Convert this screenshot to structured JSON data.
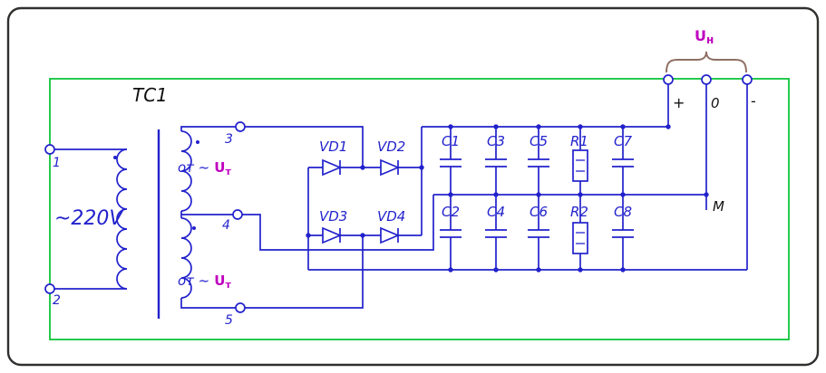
{
  "colors": {
    "wire": "#2222cc",
    "enclosure_border": "#00c030",
    "frame": "#30302e",
    "label_magenta": "#c000c0",
    "brace": "#8f6f63",
    "text_dark": "#101010",
    "background": "#ffffff"
  },
  "transformer": {
    "name": "TC1",
    "primary_voltage": "~220V",
    "winding_label": "от ~",
    "u_base": "U",
    "u_sub": "т",
    "terminals": [
      "1",
      "2",
      "3",
      "4",
      "5"
    ]
  },
  "diodes": [
    "VD1",
    "VD2",
    "VD3",
    "VD4"
  ],
  "capacitors": [
    "C1",
    "C2",
    "C3",
    "C4",
    "C5",
    "C6",
    "C7",
    "C8"
  ],
  "resistors": [
    "R1",
    "R2"
  ],
  "output": {
    "label_base": "U",
    "label_sub": "н",
    "terminals": [
      "+",
      "0",
      "-"
    ],
    "common": "M"
  }
}
